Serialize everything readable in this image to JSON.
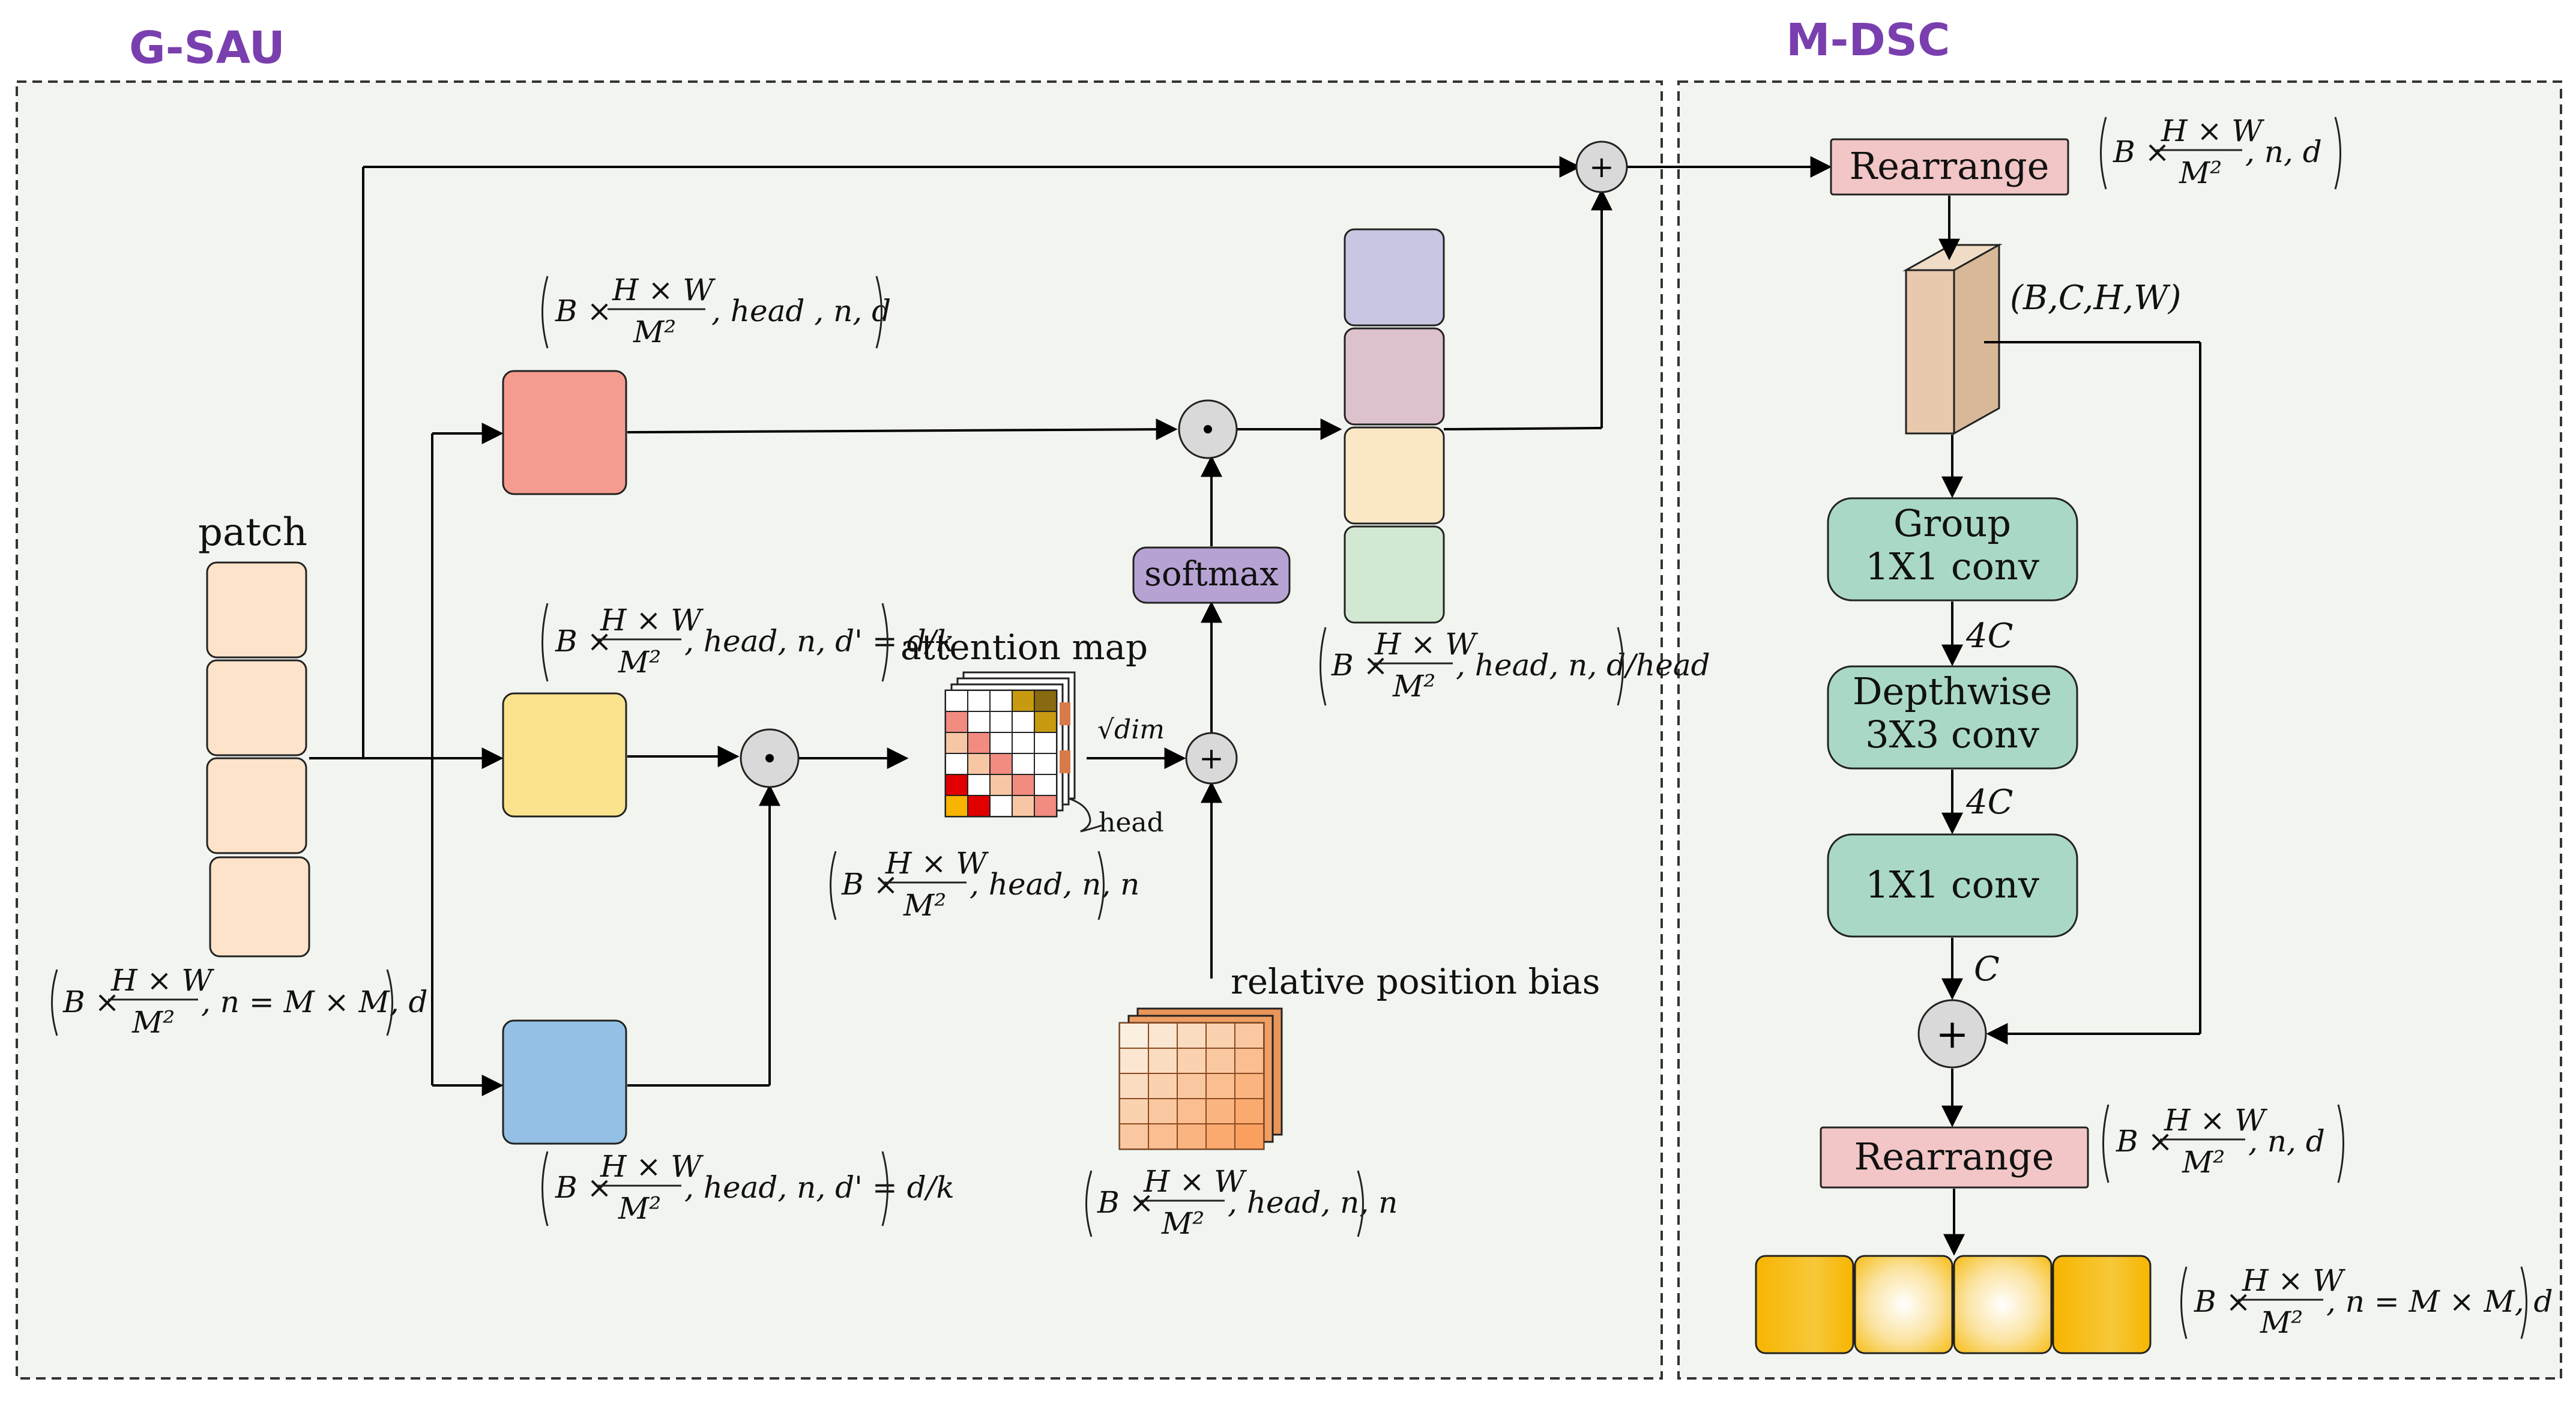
{
  "panels": {
    "left_title": "G-SAU",
    "right_title": "M-DSC"
  },
  "colors": {
    "panel_fill": "#f2f5ef",
    "q_box": "#f59b90",
    "k_box": "#fbe38e",
    "v_box": "#93c0e4",
    "patch": "#fde3c9",
    "softmax": "#b6a3d3",
    "stack": [
      "#c8c6e2",
      "#ddc1cc",
      "#fbe7c6",
      "#d2e8d2"
    ],
    "rearrange": "#f2c6c6",
    "conv": "#a9d9c5",
    "cube": "#e8c9ad",
    "gold": "#f7b500"
  },
  "labels": {
    "patch": "patch",
    "attention_map": "attention map",
    "head": "head",
    "sqrt_dim": "√dim",
    "softmax": "softmax",
    "relative_position_bias": "relative position bias",
    "rearrange_top": "Rearrange",
    "rearrange_bottom": "Rearrange",
    "group_conv_line1": "Group",
    "group_conv_line2": "1X1 conv",
    "depthwise_line1": "Depthwise",
    "depthwise_line2": "3X3 conv",
    "conv1x1": "1X1 conv",
    "channel_4c_1": "4C",
    "channel_4c_2": "4C",
    "channel_c": "C",
    "bchw": "(B,C,H,W)"
  },
  "dims": {
    "patch_dim": {
      "pre": "B ×",
      "num": "H × W",
      "den": "M²",
      "post": ", n = M × M, d"
    },
    "q_dim": {
      "pre": "B ×",
      "num": "H × W",
      "den": "M²",
      "post": ", head , n, d"
    },
    "k_dim": {
      "pre": "B ×",
      "num": "H × W",
      "den": "M²",
      "post": ", head, n, d' = d/k"
    },
    "v_dim": {
      "pre": "B ×",
      "num": "H × W",
      "den": "M²",
      "post": ", head, n, d' = d/k"
    },
    "attn_dim": {
      "pre": "B ×",
      "num": "H × W",
      "den": "M²",
      "post": ", head, n, n"
    },
    "bias_dim": {
      "pre": "B ×",
      "num": "H × W",
      "den": "M²",
      "post": ", head, n, n"
    },
    "stack_dim": {
      "pre": "B ×",
      "num": "H × W",
      "den": "M²",
      "post": ", head, n, d/head"
    },
    "rearr_top_dim": {
      "pre": "B ×",
      "num": "H × W",
      "den": "M²",
      "post": ", n, d"
    },
    "rearr_bot_dim": {
      "pre": "B ×",
      "num": "H × W",
      "den": "M²",
      "post": ", n, d"
    },
    "out_dim": {
      "pre": "B ×",
      "num": "H × W",
      "den": "M²",
      "post": ", n = M × M, d"
    }
  },
  "operators": {
    "dot": "⊙",
    "plus": "+"
  }
}
